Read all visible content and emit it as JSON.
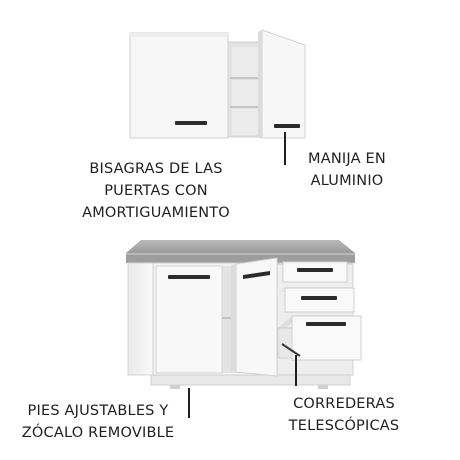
{
  "callouts": {
    "hinges": {
      "lines": [
        "BISAGRAS DE LAS",
        "PUERTAS CON",
        "AMORTIGUAMIENTO"
      ]
    },
    "handle": {
      "lines": [
        "MANIJA EN",
        "ALUMINIO"
      ]
    },
    "feet": {
      "lines": [
        "PIES AJUSTABLES Y",
        "ZÓCALO REMOVIBLE"
      ]
    },
    "slides": {
      "lines": [
        "CORREDERAS",
        "TELESCÓPICAS"
      ]
    }
  },
  "colors": {
    "cabinet_white": "#f7f7f7",
    "cabinet_shadow": "#d9d9d9",
    "countertop_gray": "#a8a8a8",
    "handle_dark": "#2b2b2b",
    "text": "#1f1f1f"
  }
}
